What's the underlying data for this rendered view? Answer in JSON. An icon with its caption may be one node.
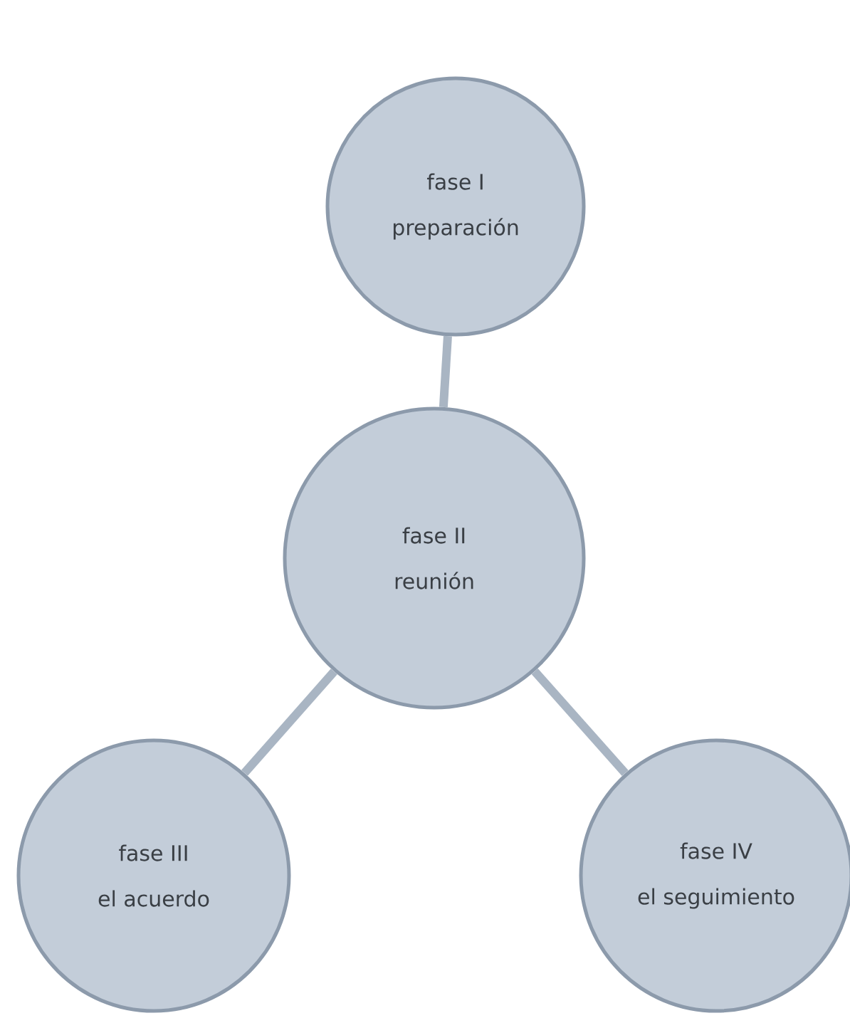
{
  "diagram": {
    "nodes": [
      {
        "text": [
          "fase I",
          "preparación"
        ]
      },
      {
        "text": [
          "fase II",
          "reunión"
        ]
      },
      {
        "text": [
          "fase III",
          "el acuerdo"
        ]
      },
      {
        "text": [
          "fase IV",
          "el seguimiento"
        ]
      }
    ],
    "edges": [
      {
        "from": 0,
        "to": 1,
        "arrow": "none"
      },
      {
        "from": 1,
        "to": 2,
        "arrow": "none"
      },
      {
        "from": 1,
        "to": 3,
        "arrow": "none"
      }
    ]
  }
}
